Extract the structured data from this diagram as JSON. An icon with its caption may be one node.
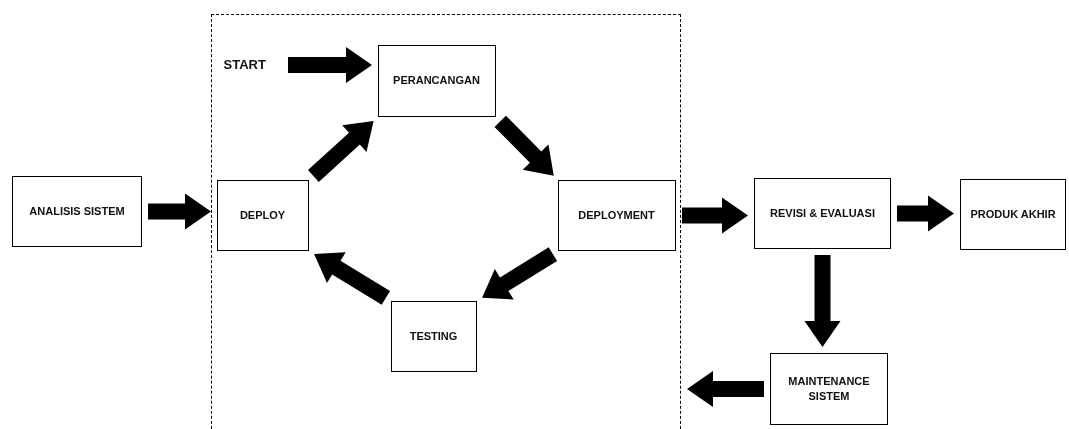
{
  "diagram": {
    "nodes": [
      {
        "text": [],
        "shape": "box"
      },
      {
        "text": [
          "START"
        ],
        "in": 0
      },
      {
        "text": [
          "PERANCANGAN"
        ],
        "in": 0
      },
      {
        "text": [
          "ANALISIS SISTEM"
        ]
      },
      {
        "text": [
          "DEPLOY"
        ],
        "in": 0
      },
      {
        "text": [
          "DEPLOYMENT"
        ],
        "in": 0
      },
      {
        "text": [
          "REVISI & EVALUASI"
        ]
      },
      {
        "text": [
          "PRODUK AKHIR"
        ]
      },
      {
        "text": [
          "TESTING"
        ],
        "in": 0
      },
      {
        "text": [
          "MAINTENANCE SISTEM"
        ]
      }
    ],
    "edges": [
      {
        "from": 1,
        "to": 2,
        "arrow": "to"
      },
      {
        "from": 3,
        "to": 4,
        "arrow": "to"
      },
      {
        "from": 4,
        "to": 2,
        "arrow": "to"
      },
      {
        "from": 2,
        "to": 5,
        "arrow": "to"
      },
      {
        "from": 5,
        "to": 8,
        "arrow": "to"
      },
      {
        "from": 8,
        "to": 4,
        "arrow": "to"
      },
      {
        "from": 5,
        "to": 6,
        "arrow": "to"
      },
      {
        "from": 6,
        "to": 7,
        "arrow": "to"
      },
      {
        "from": 6,
        "to": 9,
        "arrow": "to"
      },
      {
        "from": 9,
        "to": 0,
        "arrow": "to"
      }
    ]
  }
}
